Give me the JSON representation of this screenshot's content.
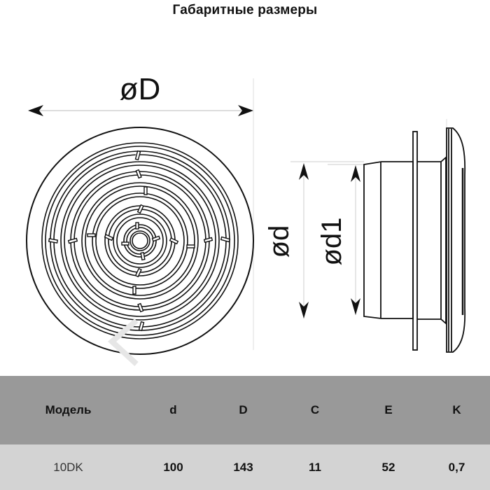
{
  "title": "Габаритные размеры",
  "drawing": {
    "front_view": {
      "dimension_label": "øD"
    },
    "side_view": {
      "dimension_labels": [
        "ød",
        "ød1"
      ]
    }
  },
  "table": {
    "headers": [
      "Модель",
      "d",
      "D",
      "C",
      "E",
      "K"
    ],
    "rows": [
      [
        "10DK",
        "100",
        "143",
        "11",
        "52",
        "0,7"
      ]
    ]
  },
  "colors": {
    "header_bg": "#999999",
    "row_bg": "#d3d3d3",
    "line": "#111111"
  }
}
